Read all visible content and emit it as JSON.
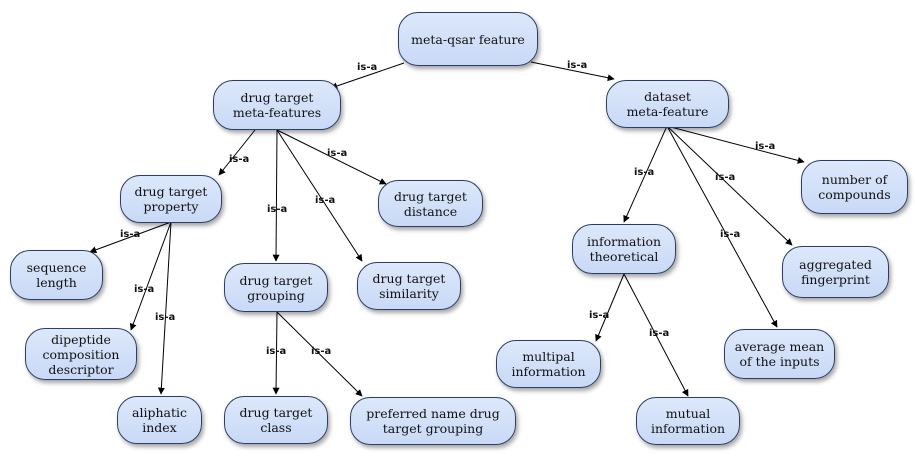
{
  "nodes": [
    {
      "id": "meta-qsar",
      "label": "meta-qsar feature"
    },
    {
      "id": "drug-target-meta",
      "label": "drug target\nmeta-features"
    },
    {
      "id": "dataset-meta",
      "label": "dataset\nmeta-feature"
    },
    {
      "id": "dt-property",
      "label": "drug target\nproperty"
    },
    {
      "id": "dt-distance",
      "label": "drug target\ndistance"
    },
    {
      "id": "dt-grouping",
      "label": "drug target\ngrouping"
    },
    {
      "id": "dt-similarity",
      "label": "drug target\nsimilarity"
    },
    {
      "id": "sequence-length",
      "label": "sequence\nlength"
    },
    {
      "id": "dipeptide",
      "label": "dipeptide\ncomposition\ndescriptor"
    },
    {
      "id": "aliphatic",
      "label": "aliphatic\nindex"
    },
    {
      "id": "dt-class",
      "label": "drug target\nclass"
    },
    {
      "id": "preferred-name",
      "label": "preferred name drug\ntarget grouping"
    },
    {
      "id": "info-theoretical",
      "label": "information\ntheoretical"
    },
    {
      "id": "num-compounds",
      "label": "number of\ncompounds"
    },
    {
      "id": "aggregated-fp",
      "label": "aggregated\nfingerprint"
    },
    {
      "id": "avg-mean",
      "label": "average mean\nof the inputs"
    },
    {
      "id": "multipal-info",
      "label": "multipal\ninformation"
    },
    {
      "id": "mutual-info",
      "label": "mutual\ninformation"
    }
  ],
  "edges": [
    {
      "from": "meta-qsar",
      "to": "drug-target-meta",
      "label": "is-a"
    },
    {
      "from": "meta-qsar",
      "to": "dataset-meta",
      "label": "is-a"
    },
    {
      "from": "drug-target-meta",
      "to": "dt-property",
      "label": "is-a"
    },
    {
      "from": "drug-target-meta",
      "to": "dt-grouping",
      "label": "is-a"
    },
    {
      "from": "drug-target-meta",
      "to": "dt-similarity",
      "label": "is-a"
    },
    {
      "from": "drug-target-meta",
      "to": "dt-distance",
      "label": "is-a"
    },
    {
      "from": "dt-property",
      "to": "sequence-length",
      "label": "is-a"
    },
    {
      "from": "dt-property",
      "to": "dipeptide",
      "label": "is-a"
    },
    {
      "from": "dt-property",
      "to": "aliphatic",
      "label": "is-a"
    },
    {
      "from": "dt-grouping",
      "to": "dt-class",
      "label": "is-a"
    },
    {
      "from": "dt-grouping",
      "to": "preferred-name",
      "label": "is-a"
    },
    {
      "from": "dataset-meta",
      "to": "info-theoretical",
      "label": "is-a"
    },
    {
      "from": "dataset-meta",
      "to": "avg-mean",
      "label": "is-a"
    },
    {
      "from": "dataset-meta",
      "to": "aggregated-fp",
      "label": "is-a"
    },
    {
      "from": "dataset-meta",
      "to": "num-compounds",
      "label": "is-a"
    },
    {
      "from": "info-theoretical",
      "to": "multipal-info",
      "label": "is-a"
    },
    {
      "from": "info-theoretical",
      "to": "mutual-info",
      "label": "is-a"
    }
  ]
}
